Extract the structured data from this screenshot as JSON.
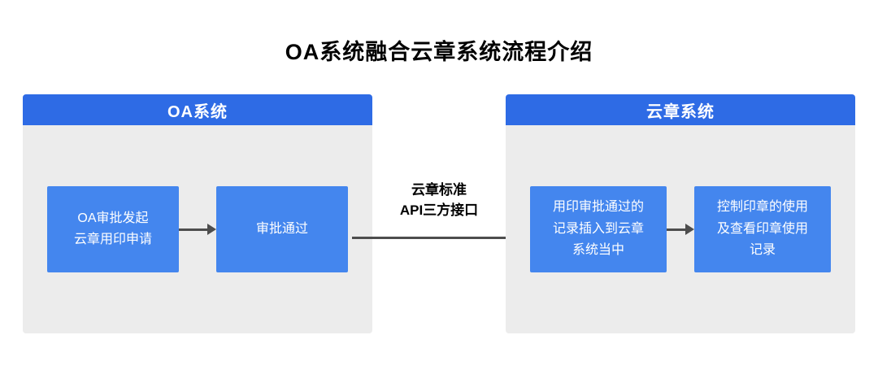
{
  "title": "OA系统融合云章系统流程介绍",
  "colors": {
    "pageBg": "#ffffff",
    "titleColor": "#000000",
    "headerBlue": "#2e6be5",
    "boxBlue": "#4486ee",
    "panelGray": "#ececec",
    "arrowGray": "#4d4d4d"
  },
  "panels": [
    {
      "header": "OA系统",
      "boxes": [
        "OA审批发起\n云章用印申请",
        "审批通过"
      ]
    },
    {
      "header": "云章系统",
      "boxes": [
        "用印审批通过的\n记录插入到云章\n系统当中",
        "控制印章的使用\n及查看印章使用\n记录"
      ]
    }
  ],
  "connector": {
    "label": "云章标准\nAPI三方接口"
  }
}
